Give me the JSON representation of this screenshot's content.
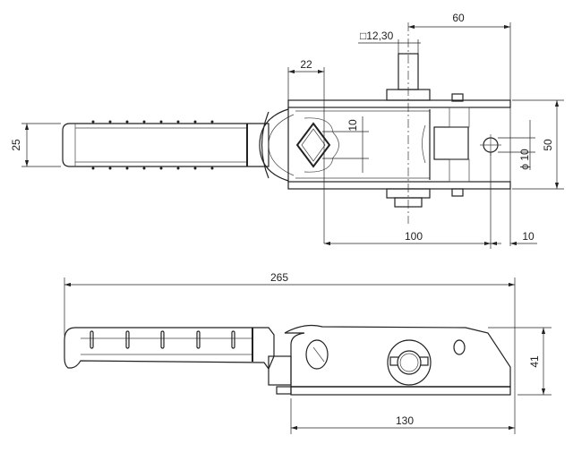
{
  "top_view": {
    "dim_handle_width": "25",
    "dim_22": "22",
    "dim_square": "□12,30",
    "dim_60": "60",
    "dim_10_square": "10",
    "dim_hole_dia": "ϕ 10",
    "dim_50": "50",
    "dim_100": "100",
    "dim_10_edge": "10"
  },
  "side_view": {
    "dim_overall_length": "265",
    "dim_height": "41",
    "dim_base_length": "130"
  }
}
